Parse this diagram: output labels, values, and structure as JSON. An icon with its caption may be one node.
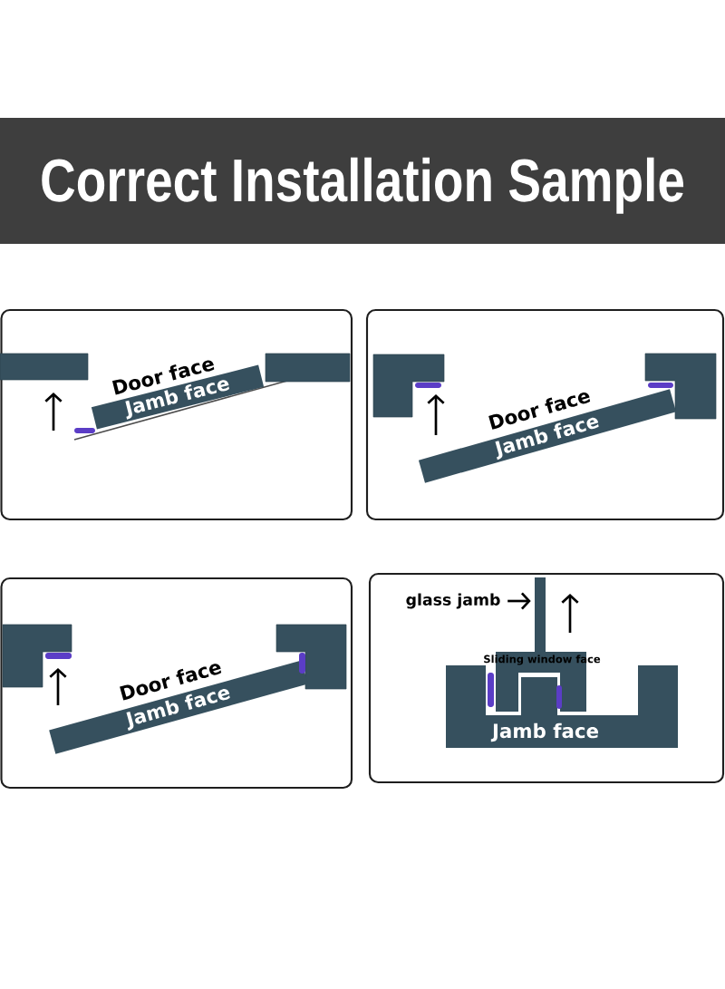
{
  "diagram": {
    "title": "Correct Installation Sample",
    "nodes": [
      {
        "text": [],
        "shape": "box"
      },
      {
        "text": [],
        "shape": "box"
      },
      {
        "text": [
          "Door face",
          "Jamb face"
        ]
      },
      {
        "text": [],
        "shape": "box"
      },
      {
        "text": [],
        "shape": "box"
      },
      {
        "text": [
          "Door face",
          "Jamb face"
        ]
      },
      {
        "text": [],
        "shape": "box"
      },
      {
        "text": [],
        "shape": "box"
      },
      {
        "text": [
          "Door face",
          "Jamb face"
        ]
      },
      {
        "text": [
          "glass jamb"
        ]
      },
      {
        "text": [],
        "shape": "bar"
      },
      {
        "text": [
          "Sliding window face"
        ]
      },
      {
        "text": [
          "Jamb face"
        ]
      }
    ],
    "edges": [
      {
        "from": 9,
        "to": 10,
        "arrow": "to"
      }
    ]
  }
}
